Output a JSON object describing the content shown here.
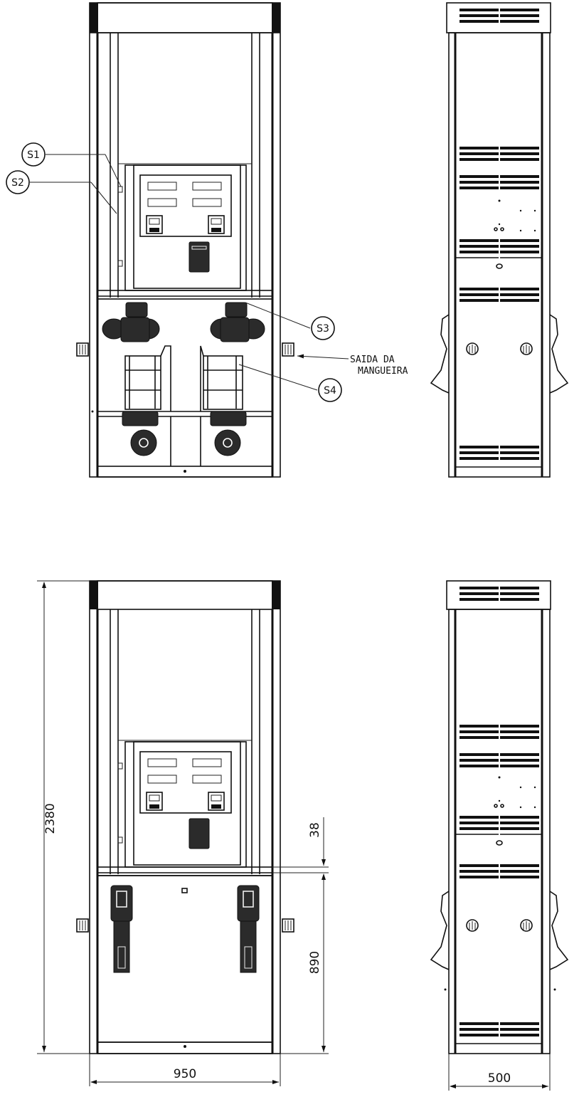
{
  "callouts": {
    "s1": "S1",
    "s2": "S2",
    "s3": "S3",
    "s4": "S4"
  },
  "hose_outlet": {
    "line1": "SAIDA DA",
    "line2": "MANGUEIRA"
  },
  "dimensions": {
    "height": "2380",
    "width_front": "950",
    "width_side": "500",
    "gap": "38",
    "lower_height": "890"
  },
  "colors": {
    "line": "#111111",
    "background": "#ffffff"
  }
}
